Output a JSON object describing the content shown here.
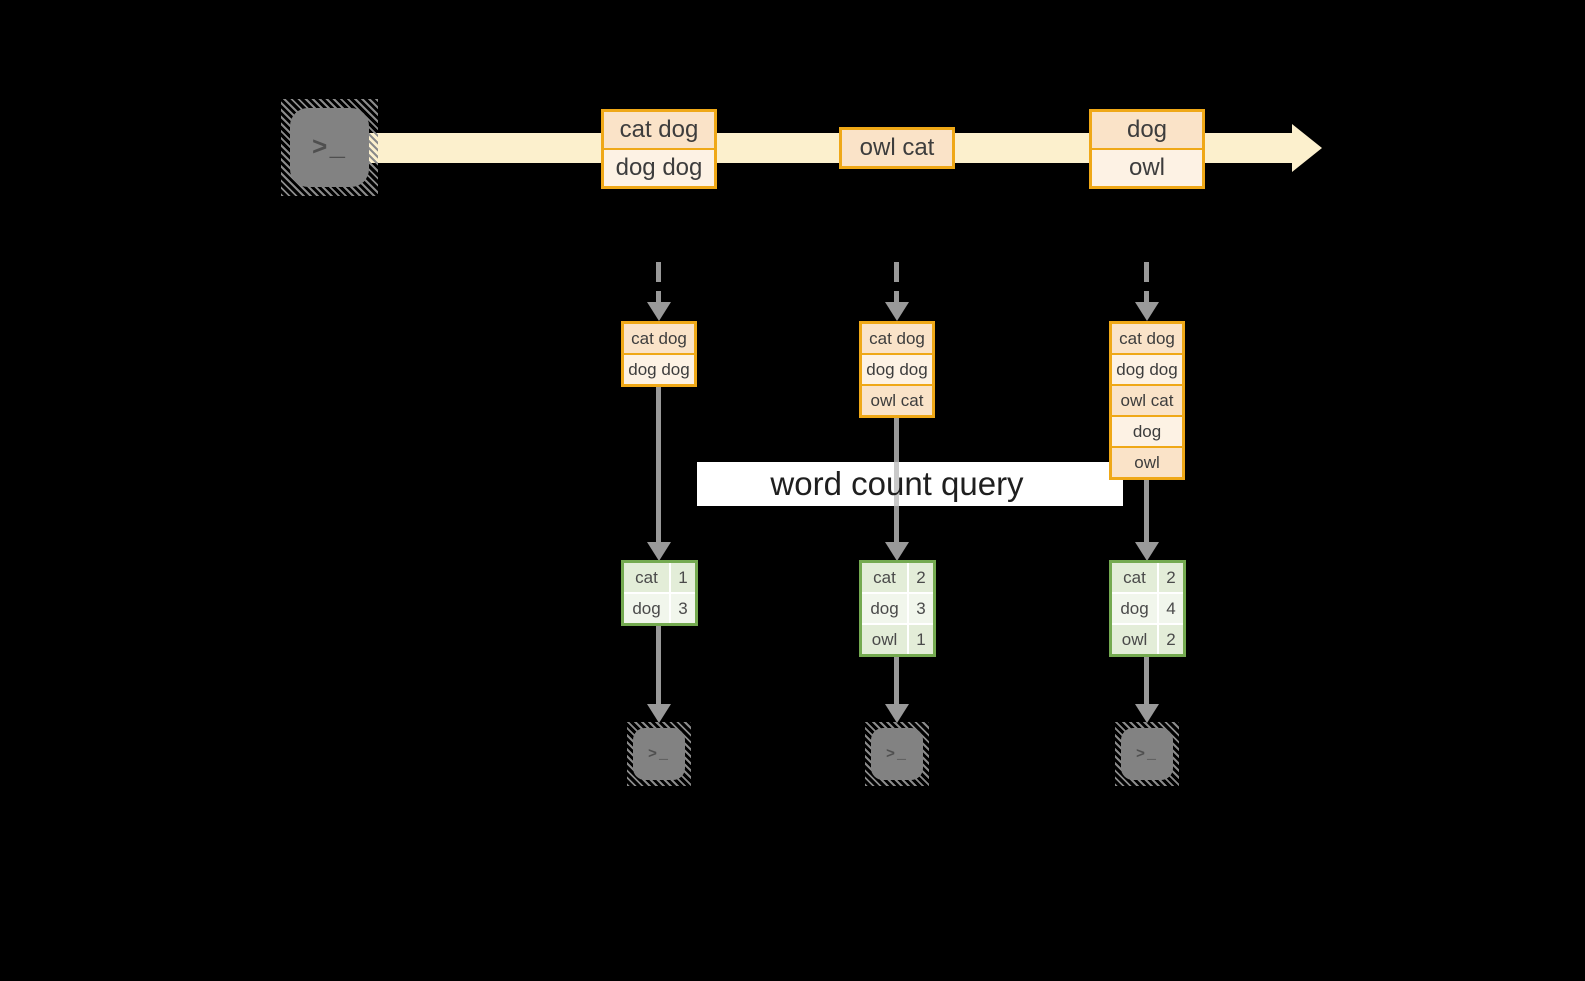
{
  "diagram": {
    "query_label": "word count query",
    "terminal_prompt": ">_",
    "stream_events": [
      {
        "lines": [
          "cat dog",
          "dog dog"
        ]
      },
      {
        "lines": [
          "owl cat"
        ]
      },
      {
        "lines": [
          "dog",
          "owl"
        ]
      }
    ],
    "columns": [
      {
        "state": [
          "cat dog",
          "dog dog"
        ],
        "counts": [
          {
            "word": "cat",
            "count": "1"
          },
          {
            "word": "dog",
            "count": "3"
          }
        ]
      },
      {
        "state": [
          "cat dog",
          "dog dog",
          "owl cat"
        ],
        "counts": [
          {
            "word": "cat",
            "count": "2"
          },
          {
            "word": "dog",
            "count": "3"
          },
          {
            "word": "owl",
            "count": "1"
          }
        ]
      },
      {
        "state": [
          "cat dog",
          "dog dog",
          "owl cat",
          "dog",
          "owl"
        ],
        "counts": [
          {
            "word": "cat",
            "count": "2"
          },
          {
            "word": "dog",
            "count": "4"
          },
          {
            "word": "owl",
            "count": "2"
          }
        ]
      }
    ],
    "colors": {
      "background": "#000000",
      "stream_arrow": "#FCF0CD",
      "event_border": "#EFA817",
      "event_fill_dark": "#FAE3C8",
      "event_fill_light": "#FDF2E4",
      "table_border": "#74AA50",
      "table_fill_dark": "#E3EDD8",
      "table_fill_light": "#F1F6EC",
      "flow_arrow": "#999999",
      "terminal_gray": "#828282",
      "query_band": "#FFFFFF"
    }
  }
}
